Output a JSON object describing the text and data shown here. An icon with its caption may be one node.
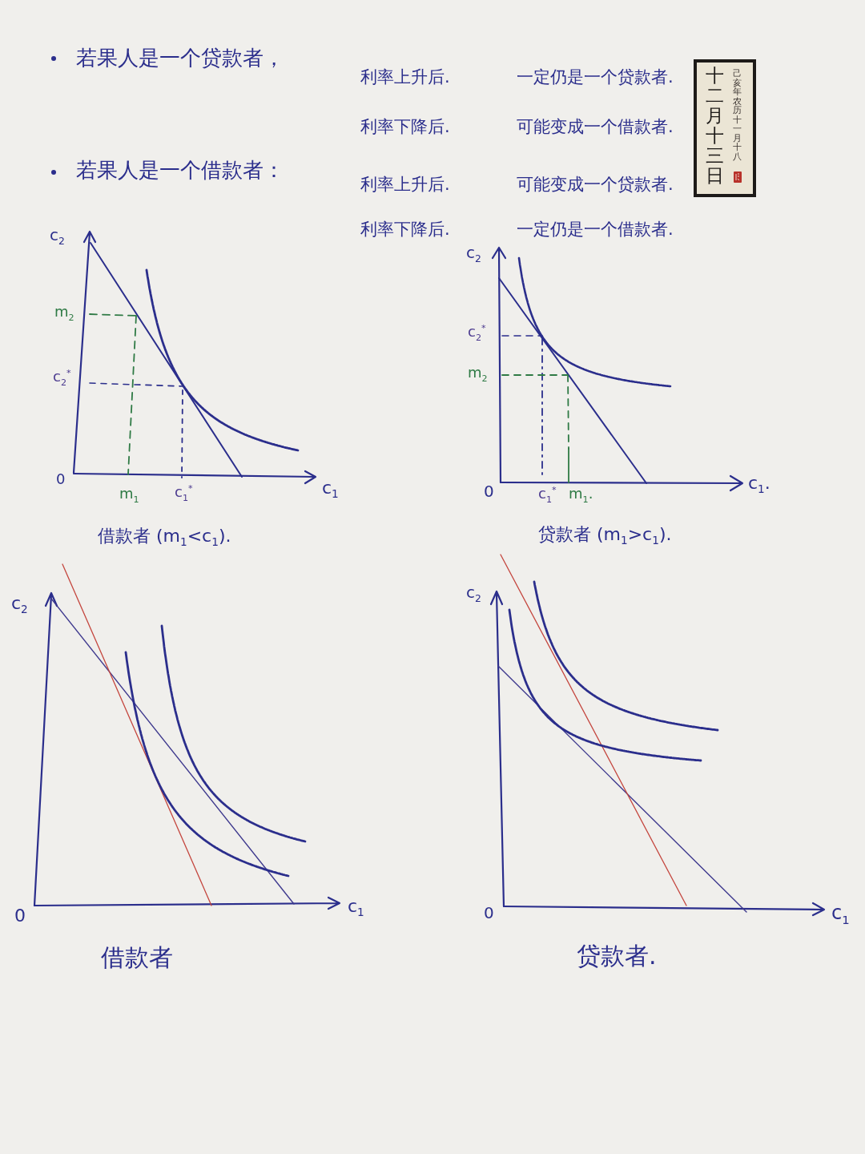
{
  "diagram": {
    "nodes": [
      {
        "text": [
          "十二月十三日",
          "己亥年农历十一月十八"
        ]
      }
    ],
    "labels": [
      "若果人是一个贷款者，",
      "利率上升后.",
      "一定仍是一个贷款者.",
      "利率下降后.",
      "可能变成一个借款者.",
      "若果人是一个借款者：",
      "利率上升后.",
      "可能变成一个贷款者.",
      "利率下降后.",
      "一定仍是一个借款者.",
      "c$_{2}$",
      "m$_{2}$",
      "c$_{2}$$^{*}$",
      "0",
      "m$_{1}$",
      "c$_{1}$$^{*}$",
      "c$_{1}$",
      "借款者 (m$_{1}$<c$_{1}$).",
      "c$_{2}$",
      "c$_{2}$$^{*}$",
      "m$_{2}$",
      "0",
      "c$_{1}$$^{*}$",
      "m$_{1}$.",
      "c$_{1}$.",
      "贷款者 (m$_{1}$>c$_{1}$).",
      "c$_{2}$",
      "0",
      "c$_{1}$",
      "借款者",
      "c$_{2}$",
      "0",
      "c$_{1}$",
      "贷款者."
    ]
  }
}
